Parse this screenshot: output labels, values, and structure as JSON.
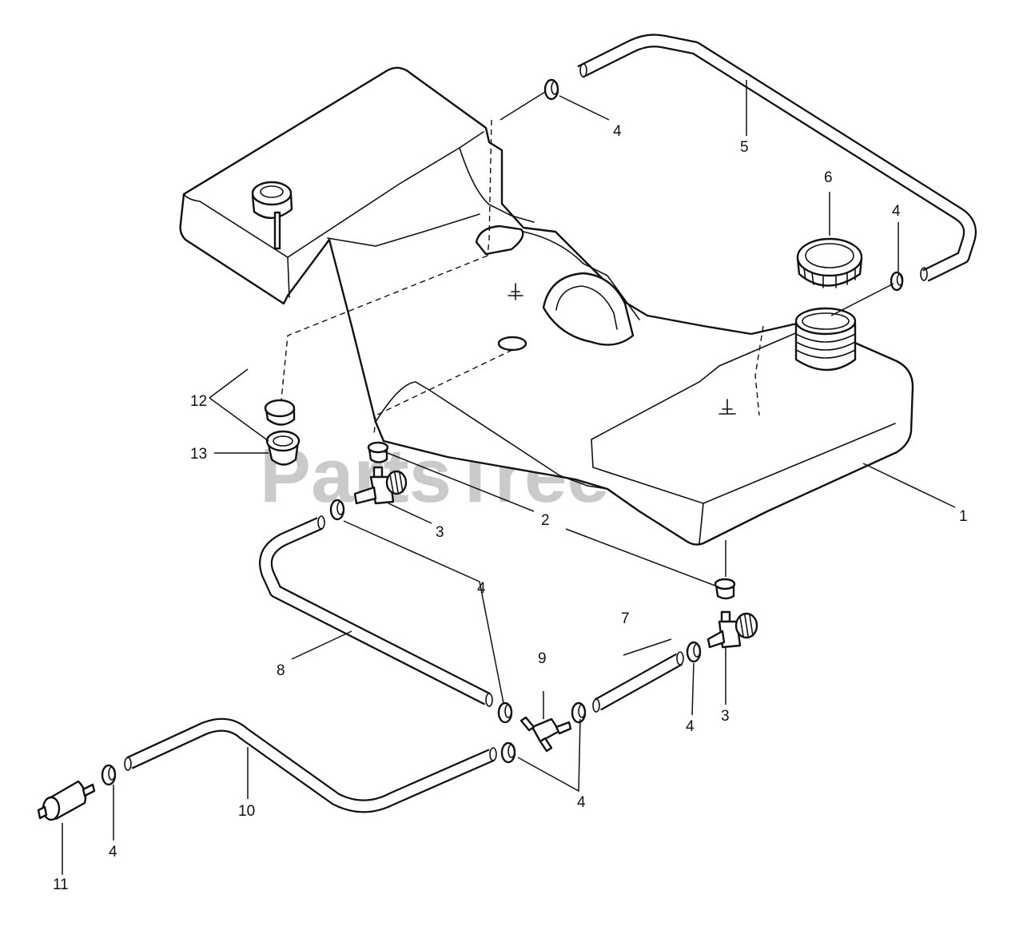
{
  "watermark": {
    "brand": "PartsTree",
    "trademark": "™"
  },
  "callouts": {
    "c1": "1",
    "c2": "2",
    "c3a": "3",
    "c3b": "3",
    "c4_top": "4",
    "c4_cap": "4",
    "c4_mid": "4",
    "c4_right": "4",
    "c4_tee": "4",
    "c4_left": "4",
    "c5": "5",
    "c6": "6",
    "c7": "7",
    "c8": "8",
    "c9": "9",
    "c10": "10",
    "c11": "11",
    "c12": "12",
    "c13": "13"
  }
}
